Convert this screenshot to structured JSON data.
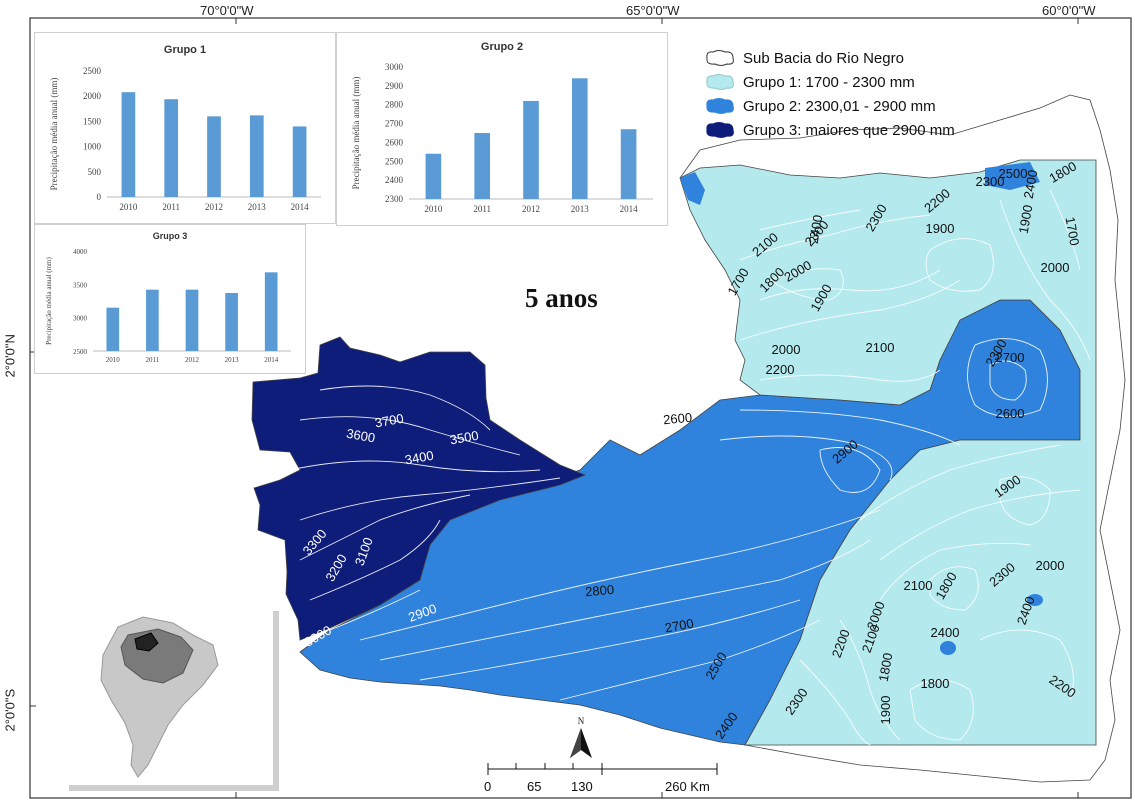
{
  "map": {
    "title": "5 anos",
    "coordinates": {
      "lon_west_70": "70°0'0\"W",
      "lon_west_65": "65°0'0\"W",
      "lon_west_60": "60°0'0\"W",
      "lat_north_2": "2°0'0\"N",
      "lat_south_2": "2°0'0\"S"
    },
    "legend": {
      "items": [
        {
          "label": "Sub Bacia do Rio Negro",
          "color": "#ffffff"
        },
        {
          "label": "Grupo 1: 1700 - 2300 mm",
          "color": "#b4e9ee"
        },
        {
          "label": "Grupo 2: 2300,01 - 2900 mm",
          "color": "#2f83dc"
        },
        {
          "label": "Grupo 3: maiores que 2900 mm",
          "color": "#0e1c7a"
        }
      ]
    },
    "north_arrow": "N",
    "scale_bar": {
      "ticks": [
        "0",
        "65",
        "130",
        "260 Km"
      ]
    },
    "isolines": [
      {
        "text": "3700"
      },
      {
        "text": "3600"
      },
      {
        "text": "3500"
      },
      {
        "text": "3400"
      },
      {
        "text": "3300"
      },
      {
        "text": "3200"
      },
      {
        "text": "3100"
      },
      {
        "text": "3000"
      },
      {
        "text": "2900"
      },
      {
        "text": "2800"
      },
      {
        "text": "2700"
      },
      {
        "text": "2500"
      },
      {
        "text": "2400"
      },
      {
        "text": "2300"
      },
      {
        "text": "2900"
      },
      {
        "text": "2600"
      },
      {
        "text": "2700"
      },
      {
        "text": "2600"
      },
      {
        "text": "2300"
      },
      {
        "text": "2100"
      },
      {
        "text": "2000"
      },
      {
        "text": "2200"
      },
      {
        "text": "1700"
      },
      {
        "text": "1800"
      },
      {
        "text": "1900"
      },
      {
        "text": "2000"
      },
      {
        "text": "2100"
      },
      {
        "text": "2300"
      },
      {
        "text": "2400"
      },
      {
        "text": "2300"
      },
      {
        "text": "2200"
      },
      {
        "text": "1900"
      },
      {
        "text": "2500"
      },
      {
        "text": "2300"
      },
      {
        "text": "2400"
      },
      {
        "text": "1800"
      },
      {
        "text": "1900"
      },
      {
        "text": "1700"
      },
      {
        "text": "2000"
      },
      {
        "text": "1900"
      },
      {
        "text": "1800"
      },
      {
        "text": "2100"
      },
      {
        "text": "2300"
      },
      {
        "text": "2000"
      },
      {
        "text": "2400"
      },
      {
        "text": "2200"
      },
      {
        "text": "2100"
      },
      {
        "text": "2000"
      },
      {
        "text": "1800"
      },
      {
        "text": "2400"
      },
      {
        "text": "1800"
      },
      {
        "text": "1900"
      },
      {
        "text": "2200"
      }
    ]
  },
  "chart_data": [
    {
      "type": "bar",
      "title": "Grupo 1",
      "ylabel": "Precipitação média anual (mm)",
      "categories": [
        "2010",
        "2011",
        "2012",
        "2013",
        "2014"
      ],
      "values": [
        2080,
        1940,
        1600,
        1620,
        1400
      ],
      "ylim": [
        0,
        2500
      ],
      "yticks": [
        "0",
        "500",
        "1000",
        "1500",
        "2000",
        "2500"
      ],
      "color": "#5b9bd5"
    },
    {
      "type": "bar",
      "title": "Grupo 2",
      "ylabel": "Precipitação média anual (mm)",
      "categories": [
        "2010",
        "2011",
        "2012",
        "2013",
        "2014"
      ],
      "values": [
        2540,
        2650,
        2820,
        2940,
        2670
      ],
      "ylim": [
        2300,
        3000
      ],
      "yticks": [
        "2300",
        "2400",
        "2500",
        "2600",
        "2700",
        "2800",
        "2900",
        "3000"
      ],
      "color": "#5b9bd5"
    },
    {
      "type": "bar",
      "title": "Grupo 3",
      "ylabel": "Precipitação média anual (mm)",
      "categories": [
        "2010",
        "2011",
        "2012",
        "2013",
        "2014"
      ],
      "values": [
        3150,
        3420,
        3420,
        3370,
        3680
      ],
      "ylim": [
        2500,
        4000
      ],
      "yticks": [
        "2500",
        "3000",
        "3500",
        "4000"
      ],
      "color": "#5b9bd5"
    }
  ]
}
